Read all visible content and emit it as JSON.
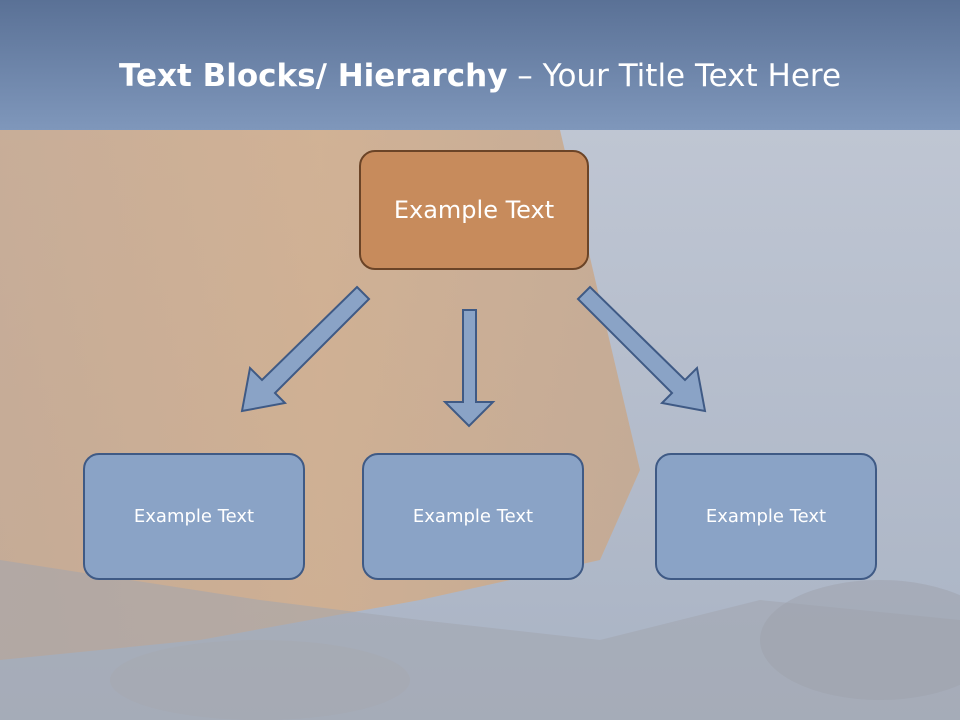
{
  "slide": {
    "title_bold": "Text Blocks/ Hierarchy",
    "title_rest": " – Your Title Text Here"
  },
  "diagram": {
    "top": {
      "label": "Example Text"
    },
    "children": [
      {
        "label": "Example Text"
      },
      {
        "label": "Example Text"
      },
      {
        "label": "Example Text"
      }
    ]
  },
  "colors": {
    "top_fill": "#c78b5c",
    "top_border": "#6b4427",
    "child_fill": "#8aa3c6",
    "child_border": "#3f5a85",
    "arrow_fill": "#8aa3c6",
    "arrow_stroke": "#3f5a85"
  }
}
